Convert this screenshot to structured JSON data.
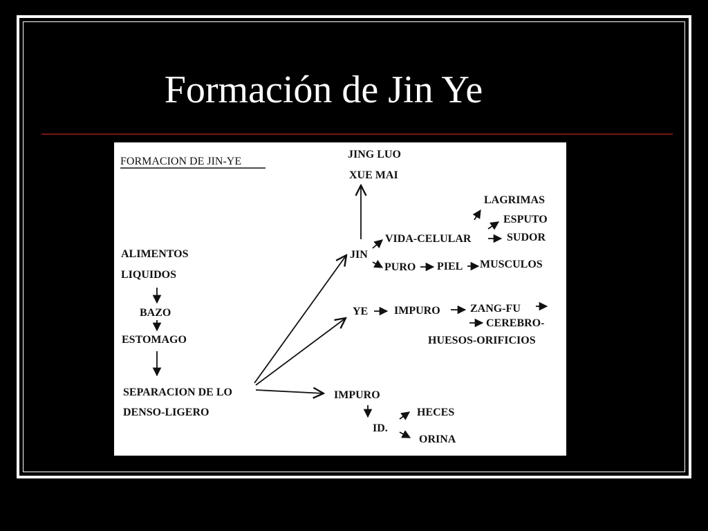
{
  "slide": {
    "title": "Formación de Jin Ye"
  },
  "diagram": {
    "heading": "FORMACION DE JIN-YE",
    "nodes": {
      "alimentos": "ALIMENTOS",
      "liquidos": "LIQUIDOS",
      "bazo": "BAZO",
      "estomago": "ESTOMAGO",
      "separacion": "SEPARACION DE LO",
      "denso_ligero": "DENSO-LIGERO",
      "jing_luo": "JING LUO",
      "xue_mai": "XUE MAI",
      "jin": "JIN",
      "ye": "YE",
      "impuro_low": "IMPURO",
      "id": "ID.",
      "heces": "HECES",
      "orina": "ORINA",
      "vida_celular": "VIDA-CELULAR",
      "lagrimas": "LAGRIMAS",
      "esputo": "ESPUTO",
      "sudor": "SUDOR",
      "puro": "PURO",
      "piel": "PIEL",
      "musculos": "MUSCULOS",
      "impuro_ye": "IMPURO",
      "zang_fu": "ZANG-FU",
      "cerebro": "CEREBRO-",
      "huesos_orificios": "HUESOS-ORIFICIOS"
    },
    "colors": {
      "background": "#ffffff",
      "ink": "#111111",
      "slide_background": "#000000",
      "title_rule": "#7a1414"
    }
  }
}
